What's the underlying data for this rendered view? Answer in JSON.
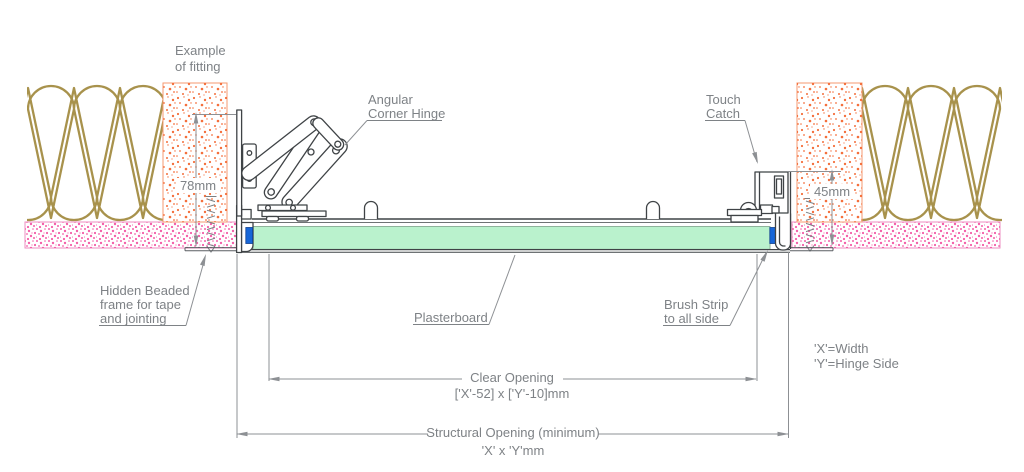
{
  "labels": {
    "example_of_fitting": {
      "line1": "Example",
      "line2": "of fitting"
    },
    "angular_corner_hinge": {
      "line1": "Angular",
      "line2": "Corner Hinge"
    },
    "touch_catch": {
      "line1": "Touch",
      "line2": "Catch"
    },
    "hidden_beaded_frame": {
      "line1": "Hidden Beaded",
      "line2": "frame for tape",
      "line3": "and jointing"
    },
    "plasterboard": "Plasterboard",
    "brush_strip": {
      "line1": "Brush Strip",
      "line2": "to all side"
    }
  },
  "dimensions": {
    "hinge_side_height": "78mm",
    "catch_side_height": "45mm",
    "clear_opening": {
      "title": "Clear Opening",
      "formula": "['X'-52] x ['Y'-10]mm"
    },
    "structural_opening": {
      "title": "Structural Opening (minimum)",
      "formula": "'X' x 'Y'mm"
    }
  },
  "legend": {
    "x_definition": "'X'=Width",
    "y_definition": "'Y'=Hinge Side"
  },
  "colors": {
    "plasterboard_panel": "#baf2cd",
    "brush_strip": "#1766d8",
    "joist_dots": "#f46f3c",
    "ceiling_dots": "#f35fa8",
    "insulation": "#a8924c",
    "label_text": "#7e8286",
    "dimension_gray": "#8d9094",
    "line_dark": "#3f4346"
  }
}
